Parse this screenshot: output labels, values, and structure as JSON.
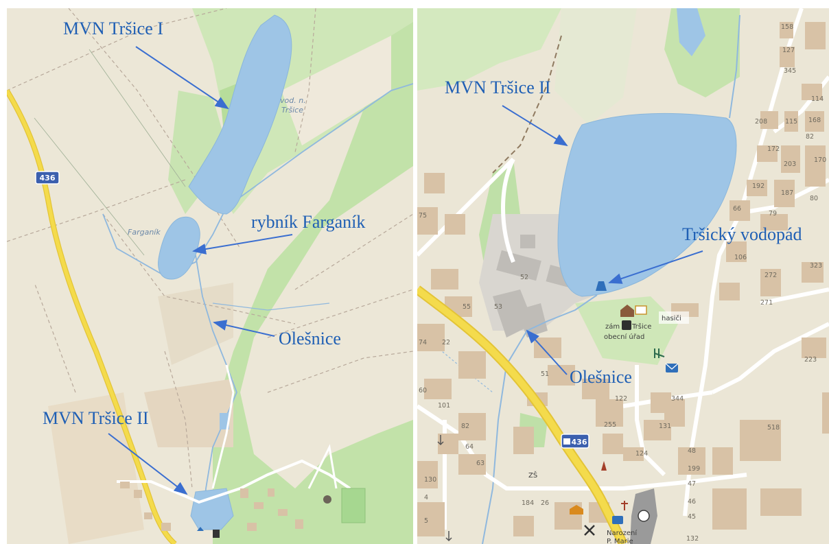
{
  "left_map": {
    "annotations": {
      "mvn_trsice_1": "MVN Tršice I",
      "rybnik_farganik": "rybník Farganík",
      "olesnice": "Olešnice",
      "mvn_trsice_2": "MVN Tršice II"
    },
    "map_labels": {
      "vod_n_line1": "vod. n.",
      "vod_n_line2": "Tršice",
      "farganik": "Farganík"
    },
    "road_shield": "436"
  },
  "right_map": {
    "annotations": {
      "mvn_trsice_2": "MVN Tršice II",
      "trsicky_vodopad": "Tršický vodopád",
      "olesnice": "Olešnice"
    },
    "road_shield": "436",
    "poi_labels": {
      "zamek": "zám",
      "trsice": "Tršice",
      "obecni_urad": "obecní úřad",
      "hasici": "hasiči",
      "zs": "ZŠ",
      "narozeni_line1": "Narození",
      "narozeni_line2": "P. Marie"
    },
    "house_numbers": [
      "158",
      "127",
      "345",
      "114",
      "208",
      "115",
      "168",
      "172",
      "82",
      "203",
      "170",
      "192",
      "187",
      "80",
      "66",
      "79",
      "75",
      "106",
      "323",
      "272",
      "271",
      "52",
      "55",
      "53",
      "22",
      "74",
      "223",
      "51",
      "122",
      "344",
      "101",
      "82",
      "255",
      "131",
      "518",
      "64",
      "124",
      "48",
      "63",
      "199",
      "47",
      "130",
      "46",
      "4",
      "45",
      "184",
      "26",
      "132",
      "5",
      "60"
    ]
  },
  "colors": {
    "annotation": "#1f5fb4",
    "arrow": "#3a6ed0",
    "water": "#9ec5e6",
    "forest": "#bfe0a8",
    "field": "#ece7d7",
    "road": "#f2d23a",
    "building": "#d8c2a6"
  }
}
